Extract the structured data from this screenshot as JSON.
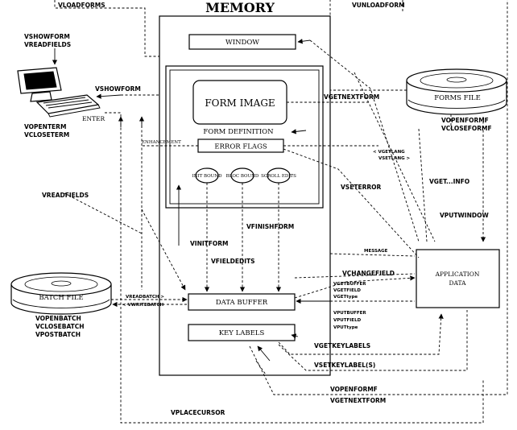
{
  "title": "MEMORY",
  "memory": {
    "window": "WINDOW",
    "form_image": "FORM IMAGE",
    "form_definition": "FORM DEFINITION",
    "error_flags": "ERROR FLAGS",
    "enhancement": "ENHANCEMENT",
    "buttons": [
      "INIT BOUND",
      "BLOC BOUND",
      "SCROLL EDITS"
    ],
    "data_buffer": "DATA BUFFER",
    "key_labels": "KEY LABELS"
  },
  "forms_file": "FORMS FILE",
  "batch_file": "BATCH FILE",
  "application_data": [
    "APPLICATION",
    "DATA"
  ],
  "terminal": {
    "enter": "ENTER"
  },
  "calls": {
    "vloadforms": "VLOADFORMS",
    "vunloadform": "VUNLOADFORM",
    "vshowform_top": "VSHOWFORM",
    "vreadfields_top": "VREADFIELDS",
    "vshowform": "VSHOWFORM",
    "vopenterm": "VOPENTERM",
    "vcloseterm": "VCLOSETERM",
    "vreadfields": "VREADFIELDS",
    "vgetnextform": "VGETNEXTFORM",
    "vopenformf": "VOPENFORMF",
    "vcloseformf": "VCLOSEFORMF",
    "vgetlang": "< VGETLANG",
    "vsetlang": "VSETLANG >",
    "vseterror": "VSETERROR",
    "vgetinfo": "VGET...INFO",
    "vputwindow": "VPUTWINDOW",
    "vinitform": "VINITFORM",
    "vfinishform": "VFINISHFORM",
    "vfieldedits": "VFIELDEDITS",
    "message": "MESSAGE",
    "vchangefield": "VCHANGEFIELD",
    "vgetbuffer": "VGETBUFFER",
    "vgetfield": "VGETFIELD",
    "vgettype": "VGETtype",
    "vputbuffer": "VPUTBUFFER",
    "vputfield": "VPUTFIELD",
    "vputtype": "VPUTtype",
    "vreadbatch": "VREADBATCH >",
    "vwritebatch": "< VWRITEBATCH",
    "vopenbatch": "VOPENBATCH",
    "vclosebatch": "VCLOSEBATCH",
    "vpostbatch": "VPOSTBATCH",
    "vgetkeylabels": "VGETKEYLABELS",
    "vsetkeylabels": "VSETKEYLABEL(S)",
    "vopenformf_bottom": "VOPENFORMF",
    "vgetnextform_bottom": "VGETNEXTFORM",
    "vplacecursor": "VPLACECURSOR"
  }
}
